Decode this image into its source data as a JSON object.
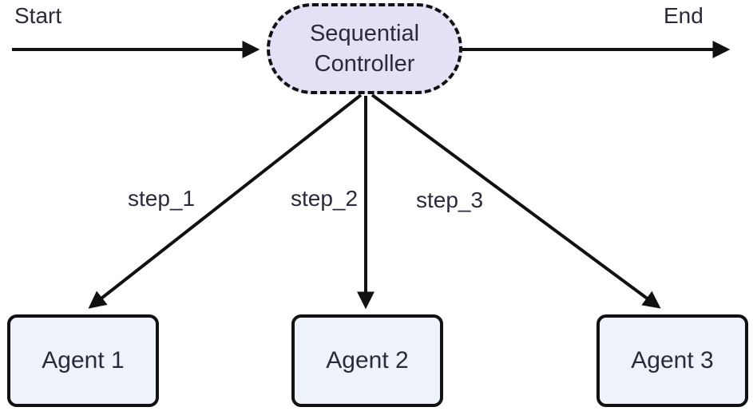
{
  "diagram": {
    "type": "flowchart",
    "start_label": "Start",
    "end_label": "End",
    "controller": {
      "label": "Sequential Controller",
      "shape": "stadium-dashed"
    },
    "edges": [
      {
        "from": "Start",
        "to": "Sequential Controller",
        "label": ""
      },
      {
        "from": "Sequential Controller",
        "to": "End",
        "label": ""
      },
      {
        "from": "Sequential Controller",
        "to": "Agent 1",
        "label": "step_1"
      },
      {
        "from": "Sequential Controller",
        "to": "Agent 2",
        "label": "step_2"
      },
      {
        "from": "Sequential Controller",
        "to": "Agent 3",
        "label": "step_3"
      }
    ],
    "agents": [
      {
        "label": "Agent 1"
      },
      {
        "label": "Agent 2"
      },
      {
        "label": "Agent 3"
      }
    ],
    "colors": {
      "background": "#ffffff",
      "controller_fill": "#e6e0f7",
      "controller_border": "#111111",
      "agent_fill": "#edf2fb",
      "agent_border": "#111111",
      "line": "#111111",
      "text": "#2a2a3a"
    }
  }
}
